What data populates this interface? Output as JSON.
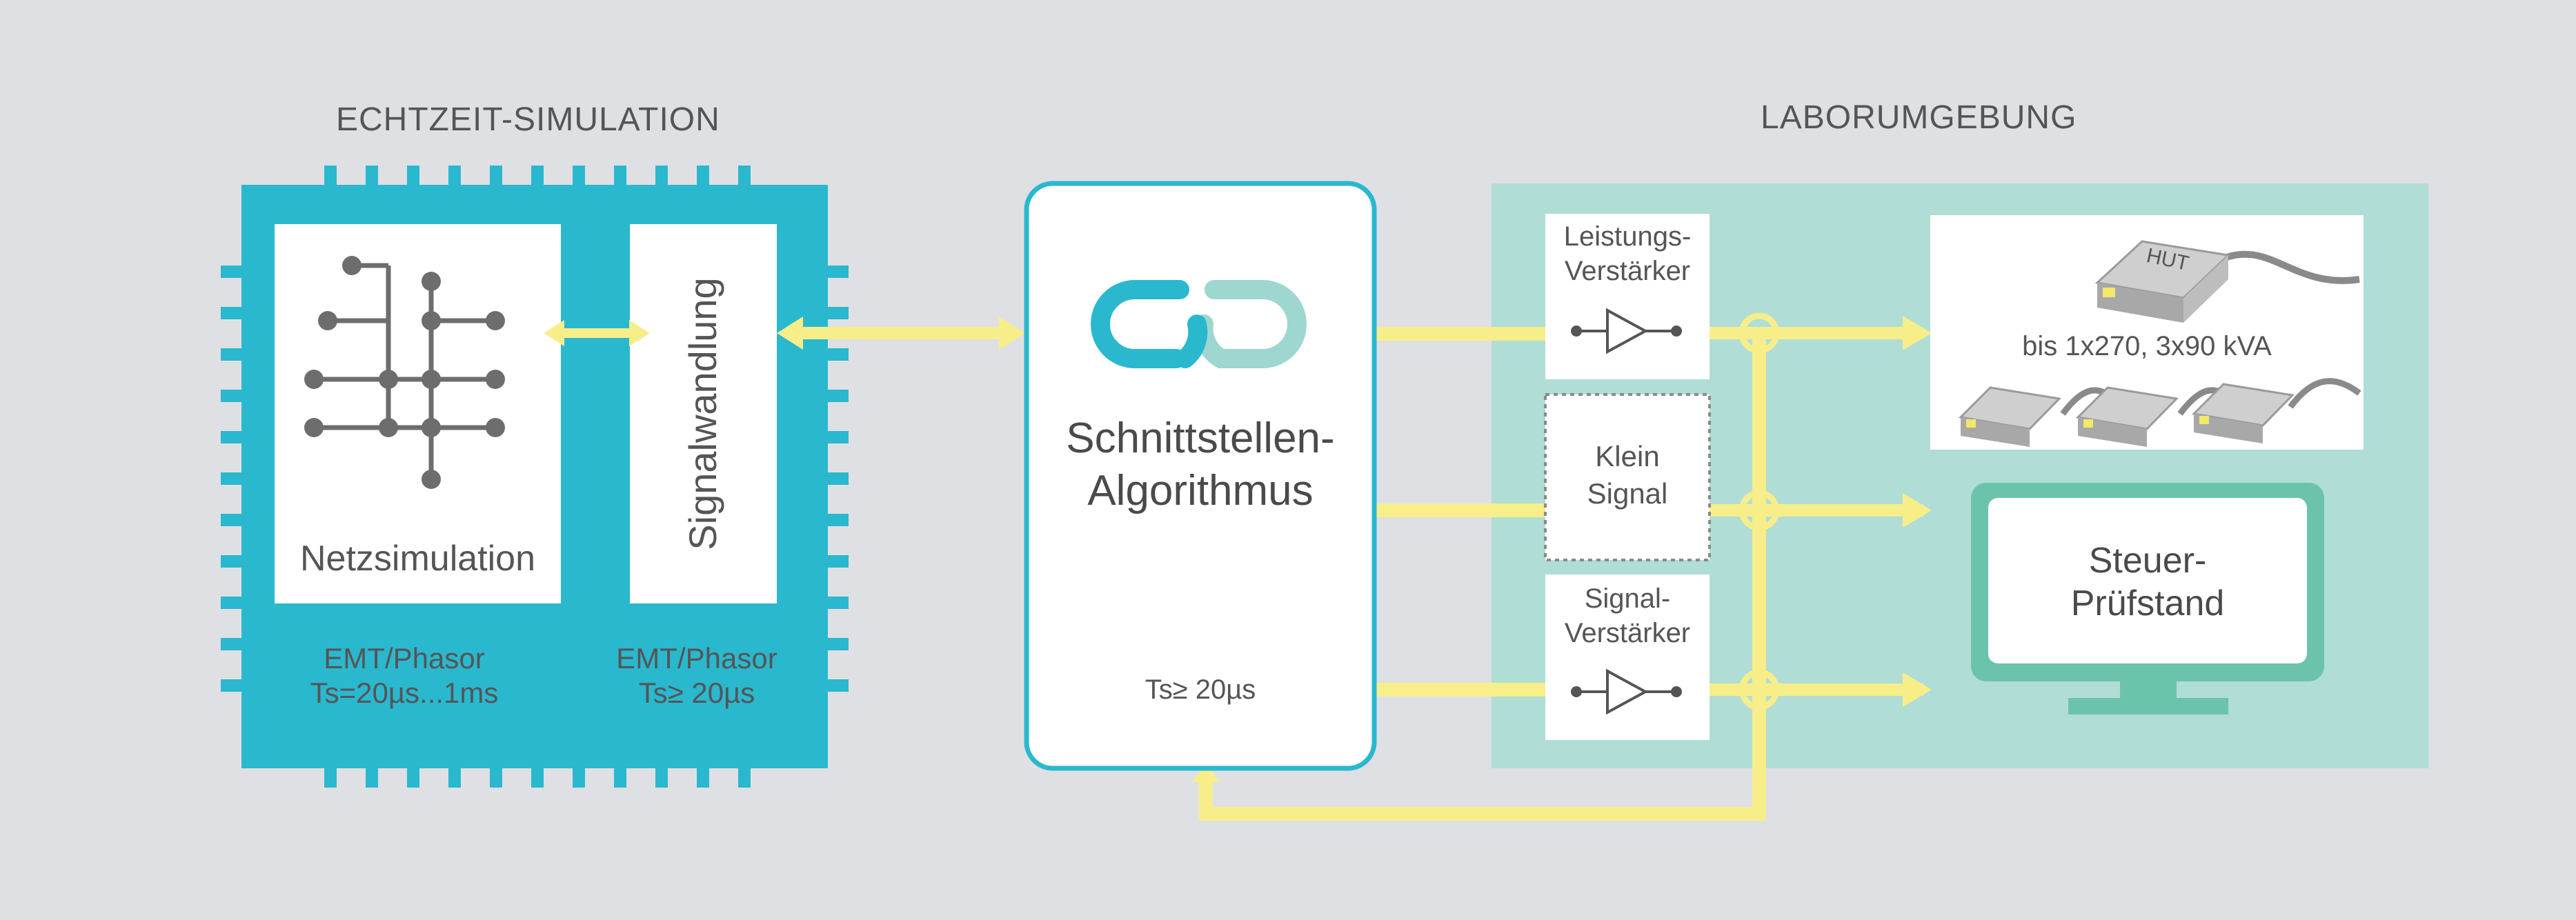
{
  "sections": {
    "simulation_title": "ECHTZEIT-SIMULATION",
    "lab_title": "LABORUMGEBUNG"
  },
  "simulation": {
    "netz_label": "Netzsimulation",
    "signal_label": "Signalwandlung",
    "netz_timing_line1": "EMT/Phasor",
    "netz_timing_line2": "Ts=20µs...1ms",
    "signal_timing_line1": "EMT/Phasor",
    "signal_timing_line2": "Ts≥ 20µs"
  },
  "interface": {
    "title_line1": "Schnittstellen-",
    "title_line2": "Algorithmus",
    "timing": "Ts≥ 20µs"
  },
  "lab": {
    "power_amp_line1": "Leistungs-",
    "power_amp_line2": "Verstärker",
    "small_signal_line1": "Klein",
    "small_signal_line2": "Signal",
    "signal_amp_line1": "Signal-",
    "signal_amp_line2": "Verstärker",
    "hut_label": "HUT",
    "hut_rating": "bis 1x270, 3x90 kVA",
    "controller_line1": "Steuer-",
    "controller_line2": "Prüfstand"
  },
  "colors": {
    "background": "#dfe0e4",
    "chip_blue": "#2ab8cf",
    "lab_green": "#b0ddd6",
    "signal_yellow": "#f7ee8a",
    "monitor_green": "#6cc3ac",
    "link_teal": "#9ed6d0"
  }
}
